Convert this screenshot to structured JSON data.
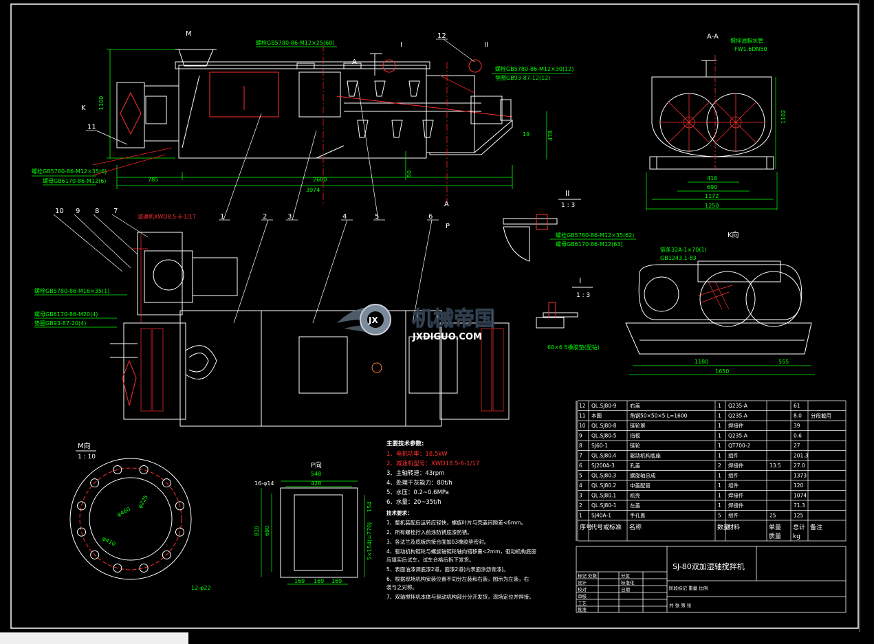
{
  "watermark": {
    "title": "机械帝国",
    "domain": "JXDIGUO.COM",
    "badge": "JX"
  },
  "main_view": {
    "view_label": "M",
    "dims": {
      "len1": "785",
      "len2": "2600",
      "len3": "3974",
      "h1": "1100",
      "h2": "478",
      "h3": "50",
      "d": "19"
    },
    "section_mark": "A",
    "detail_marks": [
      "I",
      "II"
    ],
    "k_mark": "K",
    "part_numbers": [
      "1",
      "2",
      "3",
      "4",
      "5",
      "6",
      "7",
      "8",
      "9",
      "10",
      "11",
      "12"
    ],
    "notes": [
      "螺栓GB5780-86-M12×25(60)",
      "螺栓GB5780-86-M12×30(12)",
      "垫圈GB93-87-12(12)",
      "螺栓GB5780-86-M12×35(6)",
      "螺母GB6170-86-M12(6)"
    ]
  },
  "plan_view": {
    "reducer_note": "减速机XWD8.5-6-1/17",
    "notes": [
      "螺栓GB5780-86-M16×35(1)",
      "螺母GB6170-86-M20(4)",
      "垫圈GB93-87-20(4)"
    ],
    "p_mark": "P"
  },
  "section_aa": {
    "title": "A-A",
    "note1": "搅拌油脂水管",
    "note2": "FW1.6DN50",
    "dims": {
      "w1": "416",
      "w2": "690",
      "w3": "1172",
      "w4": "1250",
      "h": "1102"
    }
  },
  "detail_2": {
    "title": "II",
    "scale": "1 : 3",
    "notes": [
      "螺栓GB5780-86-M12×35(62)",
      "螺母GB6170-86-M12(63)"
    ]
  },
  "detail_1": {
    "title": "I",
    "scale": "1 : 3",
    "note": "60×6 5橡胶垫(配钻)"
  },
  "k_view": {
    "title": "K向",
    "notes": [
      "链条32A-1×70(1)",
      "GB1243.1-83"
    ],
    "dims": {
      "d1": "1180",
      "d2": "555",
      "d3": "1650"
    }
  },
  "m_view": {
    "title": "M向",
    "scale": "1 : 10",
    "dims": {
      "d1": "φ460",
      "d2": "φ410",
      "d3": "φ225"
    },
    "holes": "12-φ22"
  },
  "p_view": {
    "title": "P向",
    "dims": {
      "w1": "548",
      "w2": "428",
      "h1": "810",
      "h2": "690",
      "s1": "154",
      "s2": "5×154(=770)",
      "b1": "169",
      "b2": "169",
      "b3": "169"
    },
    "holes": "16-φ14"
  },
  "tech_params": {
    "title": "主要技术参数:",
    "lines": [
      "1、电机功率：18.5kW",
      "2、减速机型号：XWD18.5-6-1/17",
      "3、主轴转速：43rpm",
      "4、处理干灰能力：80t/h",
      "5、水压：0.2~0.6MPa",
      "6、水量：20~35t/h"
    ]
  },
  "tech_req": {
    "title": "技术要求：",
    "lines": [
      "1、整机装配后运转应轻快，螺旋叶片与壳盖间隙差<6mm。",
      "2、所有螺栓拧入前涂防锈底漆防锈。",
      "3、各法兰及底板的接合面加δ3橡胶垫密封。",
      "4、驱动机构链轮与螺旋轴链轮轴向错移量<2mm，驱动机构底座",
      "   应填实后试车，试车合格后拆下发货。",
      "5、表面油漆调底漆2道，面漆2道(内表面涂沥青漆)。",
      "6、根据现场机构安装位置不同分左装和右装，图示为左装，右",
      "   装与之对称。",
      "7、双轴搅拌机本体与驱动机构部分分开发货，现场定位并焊接。"
    ]
  },
  "bom": {
    "rows": [
      [
        "12",
        "QL.SJ80-9",
        "右盖",
        "1",
        "Q235-A",
        "",
        "61",
        ""
      ],
      [
        "11",
        "本图",
        "角钢50×50×5 L=1600",
        "1",
        "Q235-A",
        "",
        "8.0",
        "分段截用"
      ],
      [
        "10",
        "QL.SJ80-8",
        "链轮罩",
        "1",
        "焊接件",
        "",
        "39",
        ""
      ],
      [
        "9",
        "QL.SJ80-5",
        "挡板",
        "1",
        "Q235-A",
        "",
        "0.6",
        ""
      ],
      [
        "8",
        "SJ60-1",
        "链轮",
        "1",
        "QT700-2",
        "",
        "27",
        ""
      ],
      [
        "7",
        "QL.SJ80.4",
        "驱动机构底座",
        "1",
        "组件",
        "",
        "201.3",
        ""
      ],
      [
        "6",
        "SJ200A-3",
        "孔盖",
        "2",
        "焊接件",
        "13.5",
        "27.0",
        ""
      ],
      [
        "5",
        "QL.SJ80.3",
        "螺旋轴总成",
        "1",
        "组件",
        "",
        "1373",
        ""
      ],
      [
        "4",
        "QL.SJ80.2",
        "中盖配管",
        "1",
        "组件",
        "",
        "120",
        ""
      ],
      [
        "3",
        "QL.SJ80.1",
        "机壳",
        "1",
        "焊接件",
        "",
        "1074",
        ""
      ],
      [
        "2",
        "QL.SJ80-1",
        "左盖",
        "1",
        "焊接件",
        "",
        "71.3",
        ""
      ],
      [
        "1",
        "SJ40A-1",
        "手孔盖",
        "5",
        "组件",
        "25",
        "125",
        ""
      ]
    ],
    "header": [
      "序号",
      "代号或标准",
      "名称",
      "数量",
      "材料",
      "单量",
      "总计",
      "备注"
    ],
    "header_sub": [
      "",
      "",
      "",
      "",
      "",
      "质量",
      "kg",
      ""
    ]
  },
  "title_block": {
    "title": "SJ-80双加湿轴搅拌机",
    "left_rows": [
      "标记 处数",
      "设计",
      "校对",
      "审核",
      "工艺",
      "批准"
    ],
    "mid_rows": [
      "分区",
      "标准化",
      "日期"
    ],
    "stage": "阶段标记 重量 比例",
    "sheet": "共 张 第 张"
  },
  "colors": {
    "frame": "#ffffff",
    "dimension": "#00ff00",
    "leader": "#ff2020",
    "note": "#00ff00",
    "part": "#ffffff",
    "hatch": "#ff3030",
    "center": "#ff0000",
    "highlight": "#ff3030"
  }
}
